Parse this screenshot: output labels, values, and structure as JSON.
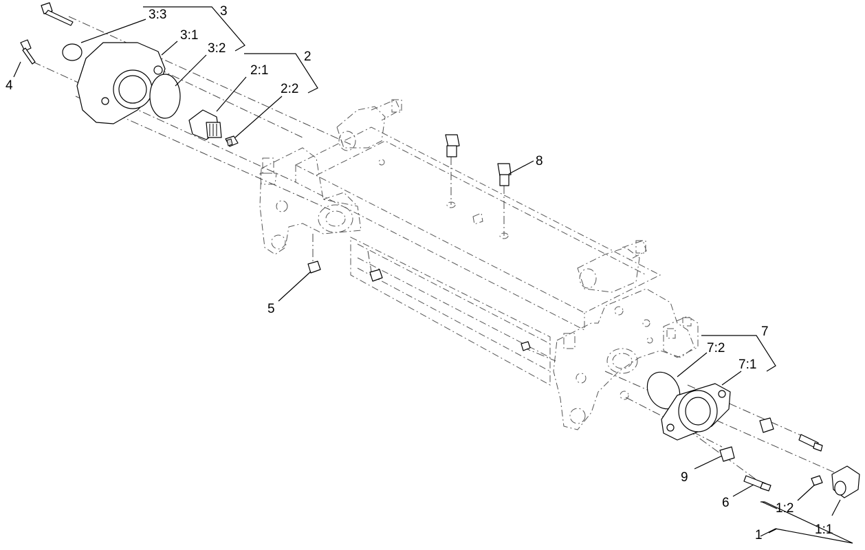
{
  "callouts": {
    "c1": "1",
    "c1_1": "1:1",
    "c1_2": "1:2",
    "c2": "2",
    "c2_1": "2:1",
    "c2_2": "2:2",
    "c3": "3",
    "c3_1": "3:1",
    "c3_2": "3:2",
    "c3_3": "3:3",
    "c4": "4",
    "c5": "5",
    "c6": "6",
    "c7": "7",
    "c7_1": "7:1",
    "c7_2": "7:2",
    "c8": "8",
    "c9": "9"
  }
}
